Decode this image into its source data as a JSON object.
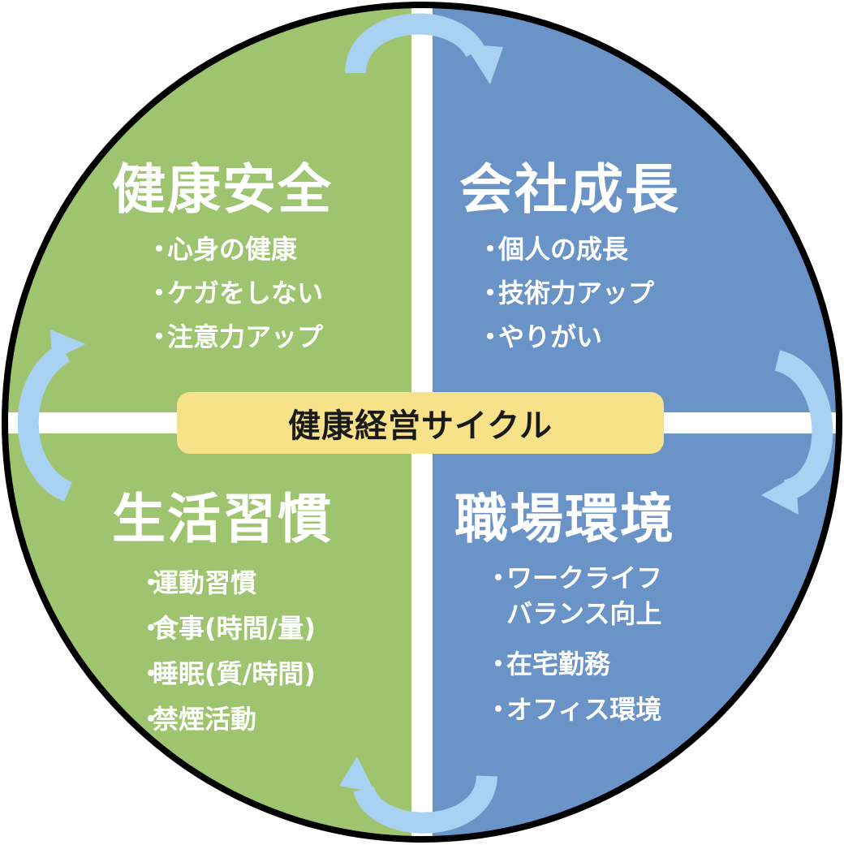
{
  "center": {
    "label": "健康経営サイクル"
  },
  "quadrants": {
    "top_left": {
      "title": "健康安全",
      "items": [
        "心身の健康",
        "ケガをしない",
        "注意力アップ"
      ]
    },
    "top_right": {
      "title": "会社成長",
      "items": [
        "個人の成長",
        "技術力アップ",
        "やりがい"
      ]
    },
    "bottom_left": {
      "title": "生活習慣",
      "items": [
        "運動習慣",
        "食事(時間/量)",
        "睡眠(質/時間)",
        "禁煙活動"
      ]
    },
    "bottom_right": {
      "title": "職場環境",
      "items": [
        "ワークライフ\nバランス向上",
        "在宅勤務",
        "オフィス環境"
      ]
    }
  },
  "bullet": "・",
  "colors": {
    "green": "#9ec46f",
    "blue": "#6a93c8",
    "arrow": "#a9d1f2",
    "pill": "#f8e289",
    "divider": "#ffffff",
    "outline": "#000000"
  }
}
